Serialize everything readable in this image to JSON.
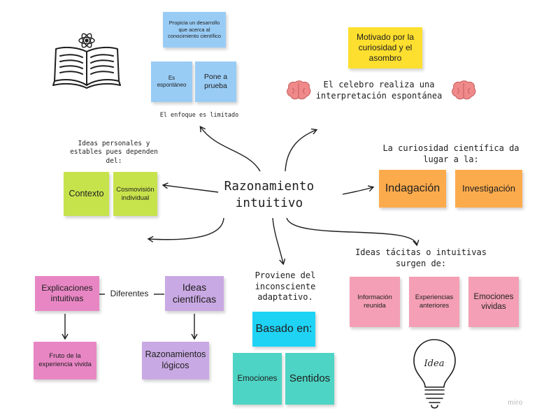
{
  "title": "Razonamiento\nintuitivo",
  "top": {
    "note_desarrollo": "Propicia un desarrollo que acerca al conocimiento científico",
    "note_espontaneo": "Es espontáneo",
    "note_prueba": "Pone a prueba",
    "enfoque": "El enfoque es limitado"
  },
  "right_top": {
    "note_motivado": "Motivado por la curiosidad y el asombro",
    "celebro": "El celebro realiza una interpretación espontánea"
  },
  "left": {
    "ideas_personales": "Ideas personales y estables pues dependen del:",
    "note_contexto": "Contexto",
    "note_cosmovision": "Cosmovisión individual"
  },
  "right": {
    "curiosidad": "La curiosidad científica da lugar a la:",
    "note_indagacion": "Indagación",
    "note_investigacion": "Investigación"
  },
  "bottom_left": {
    "note_explicaciones": "Explicaciones intuitivas",
    "diferentes": "Diferentes",
    "note_ideas_cientificas": "Ideas científicas",
    "note_fruto": "Fruto de la experiencia vivida",
    "note_razonamientos": "Razonamientos lógicos"
  },
  "bottom_center": {
    "proviene": "Proviene del inconsciente adaptativo.",
    "note_basado": "Basado en:",
    "note_emociones": "Emociones",
    "note_sentidos": "Sentidos"
  },
  "bottom_right": {
    "ideas_tacitas": "Ideas tácitas o intuitivas surgen de:",
    "note_informacion": "Información reunida",
    "note_experiencias": "Experiencias anteriores",
    "note_emociones_vividas": "Emociones vividas",
    "bulb_text": "Idea"
  },
  "watermark": "miro",
  "colors": {
    "blue": "#99ccf5",
    "yellow": "#fddf2f",
    "green": "#c6e34c",
    "orange": "#fcab4c",
    "pink": "#f49fb5",
    "magenta": "#e886c4",
    "purple": "#c9a9e3",
    "cyan": "#1fd3f5",
    "teal": "#4dd4c4"
  },
  "icons": [
    "book-icon",
    "atom-icon",
    "brain-icon",
    "light-bulb-icon"
  ]
}
